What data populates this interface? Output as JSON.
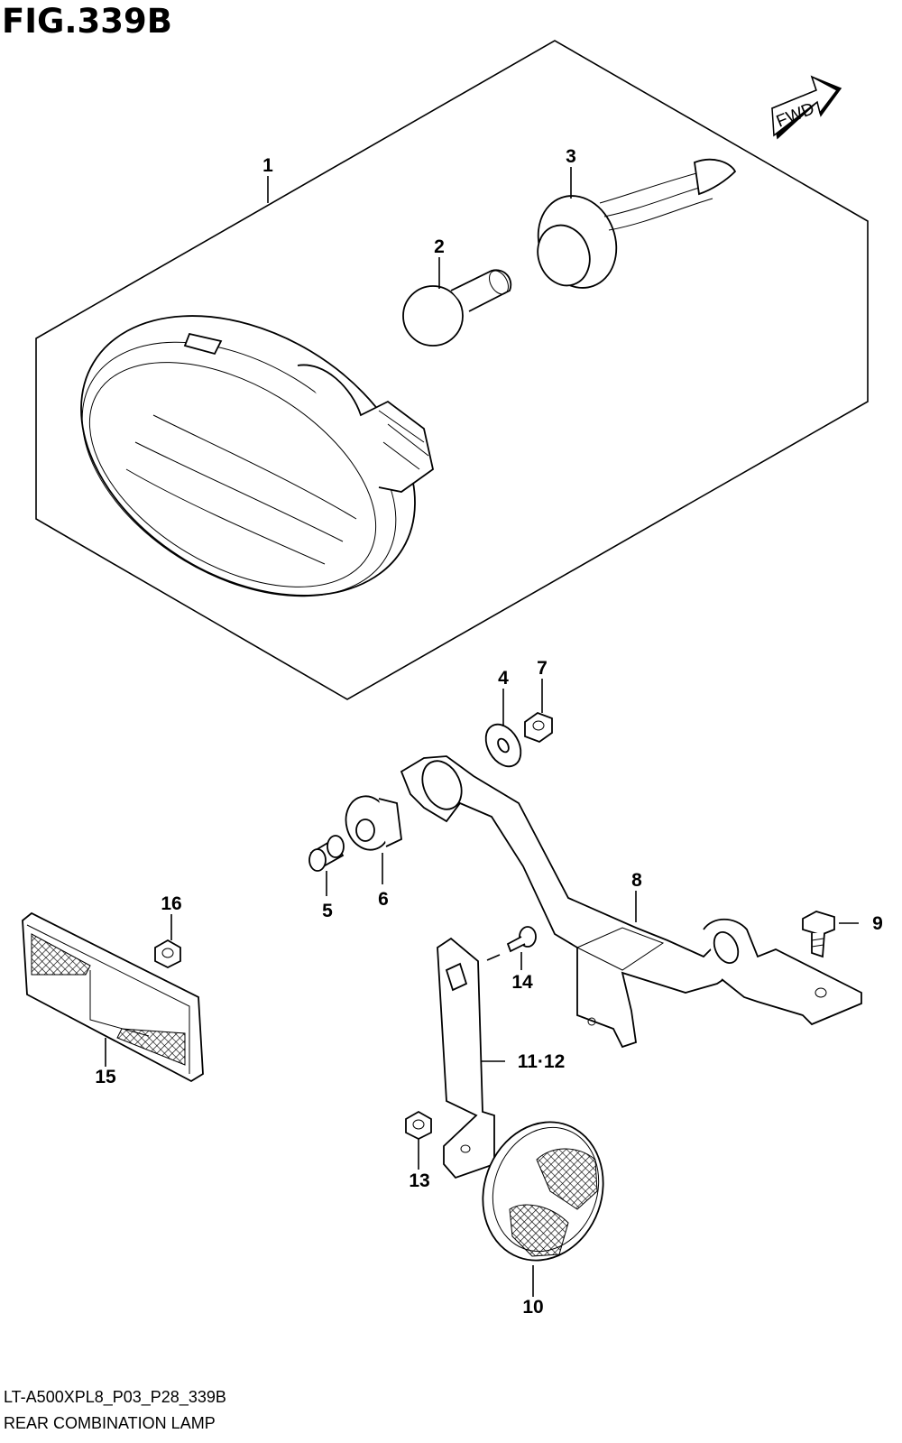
{
  "figure": {
    "title": "FIG.339B",
    "model_code": "LT-A500XPL8_P03_P28_339B",
    "assembly_name": "REAR COMBINATION LAMP",
    "direction_label": "FWD"
  },
  "callouts": [
    {
      "id": "1",
      "text": "1"
    },
    {
      "id": "2",
      "text": "2"
    },
    {
      "id": "3",
      "text": "3"
    },
    {
      "id": "4",
      "text": "4"
    },
    {
      "id": "5",
      "text": "5"
    },
    {
      "id": "6",
      "text": "6"
    },
    {
      "id": "7",
      "text": "7"
    },
    {
      "id": "8",
      "text": "8"
    },
    {
      "id": "9",
      "text": "9"
    },
    {
      "id": "10",
      "text": "10"
    },
    {
      "id": "11-12",
      "text": "11·12"
    },
    {
      "id": "13",
      "text": "13"
    },
    {
      "id": "14",
      "text": "14"
    },
    {
      "id": "15",
      "text": "15"
    },
    {
      "id": "16",
      "text": "16"
    }
  ]
}
